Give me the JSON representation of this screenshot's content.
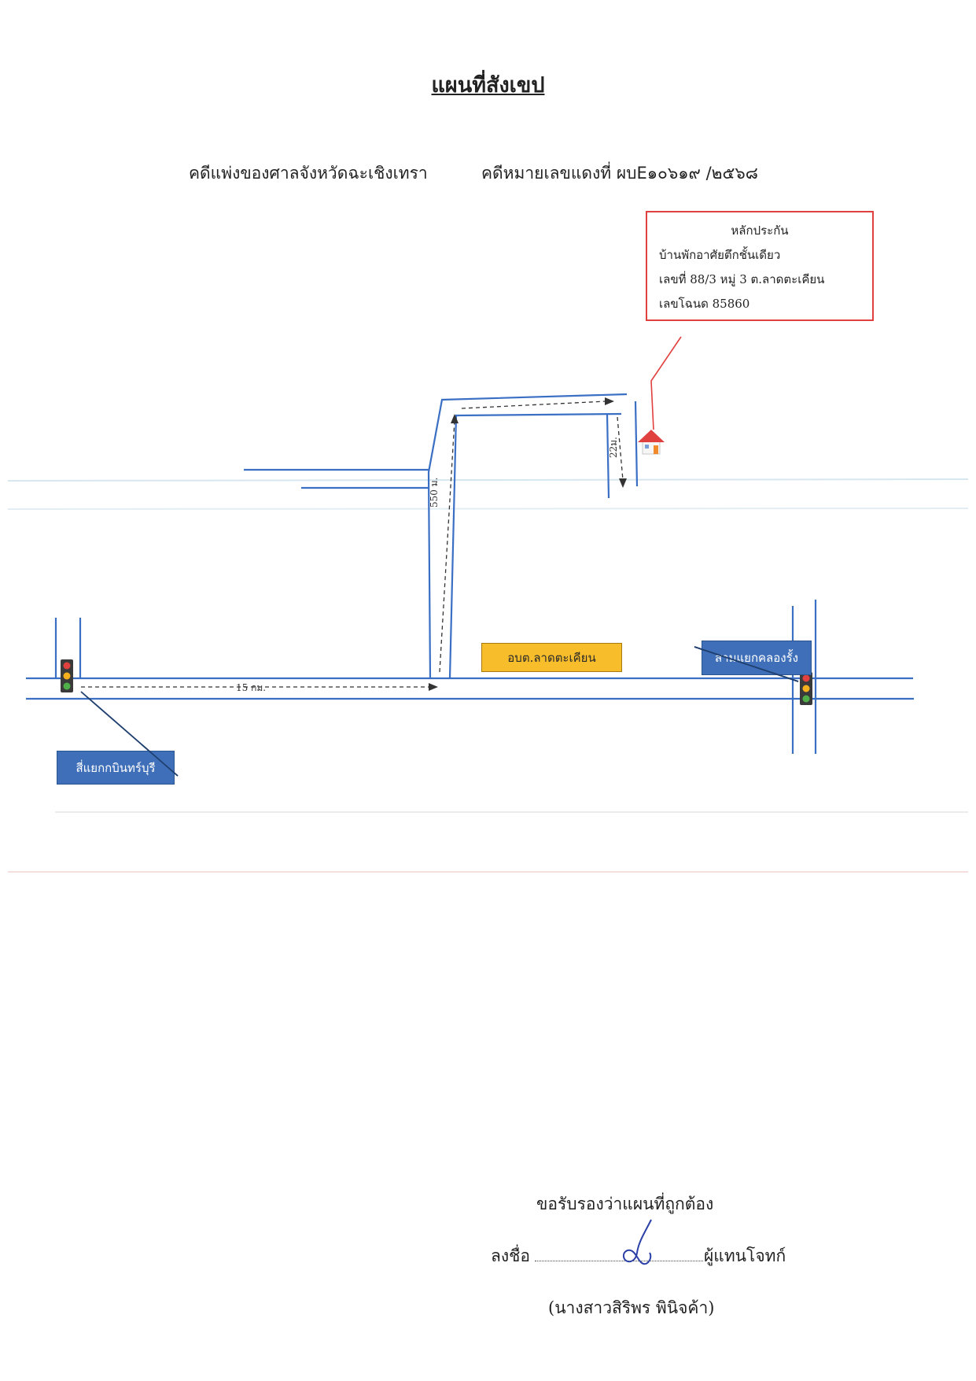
{
  "document": {
    "title": "แผนที่สังเขป",
    "court_case": "คดีแพ่งของศาลจังหวัดฉะเชิงเทรา",
    "case_number": "คดีหมายเลขแดงที่  ผบE๑๐๖๑๙ /๒๕๖๘"
  },
  "collateral": {
    "title": "หลักประกัน",
    "line1": "บ้านพักอาศัยตึกชั้นเดียว",
    "line2": "เลขที่ 88/3   หมู่ 3  ต.ลาดตะเคียน",
    "line3": "เลขโฉนด  85860"
  },
  "map": {
    "labels": {
      "left_intersection": "สี่แยกกบินทร์บุรี",
      "right_intersection": "สามแยกคลองรั้ง",
      "landmark": "อบต.ลาดตะเคียน"
    },
    "distances": {
      "main_road": "15 กม.",
      "side_road": "550 ม.",
      "to_house": "22ม."
    },
    "colors": {
      "road": "#3a6fc4",
      "collateral_border": "#e0413f",
      "label_blue": "#3e6fb8",
      "label_yellow": "#f8bd2a"
    },
    "icons": [
      "traffic-light-icon",
      "house-icon"
    ]
  },
  "certification": {
    "statement": "ขอรับรองว่าแผนที่ถูกต้อง",
    "sign_prefix": "ลงชื่อ",
    "sign_suffix": "ผู้แทนโจทก์",
    "signer": "(นางสาวสิริพร พินิจค้า)"
  }
}
